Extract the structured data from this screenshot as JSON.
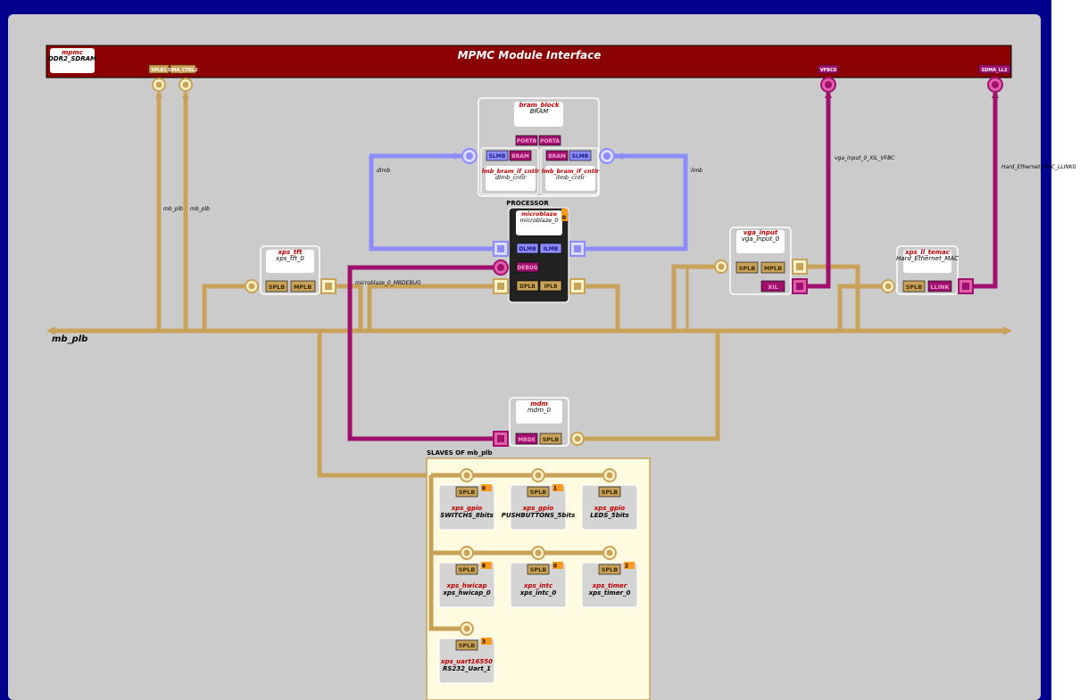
{
  "title": "MPMC Module Interface",
  "mpmc": {
    "type": "mpmc",
    "name": "DDR2_SDRAM",
    "ports": [
      "SPLB1",
      "DMA_CTRL2",
      "VFBC0",
      "SDMA_LL2"
    ]
  },
  "bram": {
    "type": "bram_block",
    "name": "BRAM",
    "ports": [
      "PORTB",
      "PORTA"
    ]
  },
  "dlmb_ctrl": {
    "type": "lmb_bram_if_cntlr",
    "name": "dlmb_cntlr",
    "ports": [
      "SLMB",
      "BRAM"
    ]
  },
  "ilmb_ctrl": {
    "type": "lmb_bram_if_cntlr",
    "name": "ilmb_cntlr",
    "ports": [
      "BRAM",
      "SLMB"
    ]
  },
  "processor": {
    "header": "PROCESSOR",
    "type": "microblaze",
    "name": "microblaze_0",
    "ports": [
      "DLMB",
      "ILMB",
      "DEBUG",
      "DPLB",
      "IPLB"
    ],
    "badge": "0"
  },
  "tft": {
    "type": "xps_tft",
    "name": "xps_tft_0",
    "ports": [
      "SPLB",
      "MPLB"
    ]
  },
  "vga": {
    "type": "vga_input",
    "name": "vga_input_0",
    "ports": [
      "SPLB",
      "MPLB",
      "XIL"
    ]
  },
  "temac": {
    "type": "xps_ll_temac",
    "name": "Hard_Ethernet_MAC",
    "ports": [
      "SPLB",
      "LLINK"
    ]
  },
  "mdm": {
    "type": "mdm",
    "name": "mdm_0",
    "ports": [
      "MBDE",
      "SPLB"
    ]
  },
  "bus_labels": {
    "mb_plb": "mb_plb",
    "vline1": "mb_plb",
    "vline2": "mb_plb",
    "dlmb": "dlmb",
    "ilmb": "ilmb",
    "debug": "microblaze_0_MBDEBUG",
    "vfbc": "vga_input_0_XIL_VFBC",
    "llink": "Hard_Ethernet_MAC_LLINK0"
  },
  "slaves": {
    "header": "SLAVES OF mb_plb",
    "items": [
      {
        "type": "xps_gpio",
        "name": "SWITCHS_8bits",
        "port": "SPLB",
        "badge": "0"
      },
      {
        "type": "xps_gpio",
        "name": "PUSHBUTTONS_5bits",
        "port": "SPLB",
        "badge": "1"
      },
      {
        "type": "xps_gpio",
        "name": "LEDS_5bits",
        "port": "SPLB",
        "badge": ""
      },
      {
        "type": "xps_hwicap",
        "name": "xps_hwicap_0",
        "port": "SPLB",
        "badge": "8"
      },
      {
        "type": "xps_intc",
        "name": "xps_intc_0",
        "port": "SPLB",
        "badge": "0"
      },
      {
        "type": "xps_timer",
        "name": "xps_timer_0",
        "port": "SPLB",
        "badge": "2"
      },
      {
        "type": "xps_uart16550",
        "name": "RS232_Uart_1",
        "port": "SPLB",
        "badge": "3"
      }
    ]
  },
  "colors": {
    "plb": "#c9a25a",
    "lmb": "#8c8cff",
    "xil": "#a0106e",
    "title_bar": "#8b0000",
    "frame": "#00008c",
    "canvas": "#cbcbcb",
    "badge": "#ff9a1a"
  }
}
